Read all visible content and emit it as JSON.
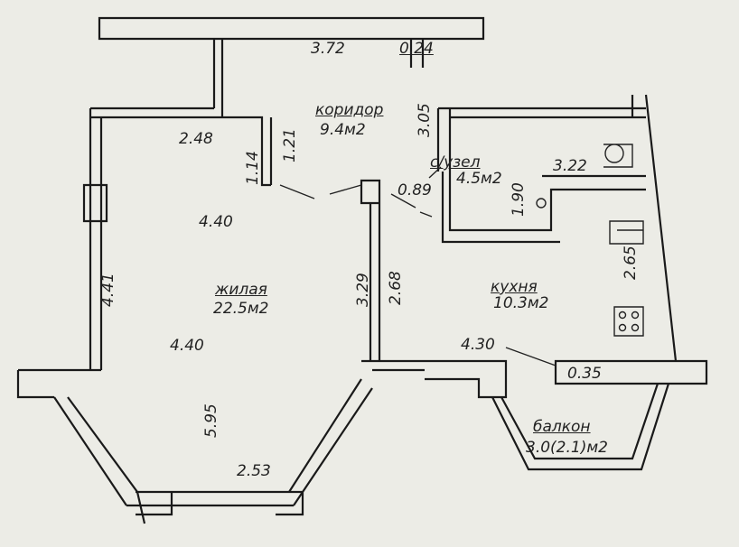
{
  "rooms": {
    "corridor": {
      "name": "коридор",
      "area": "9.4м2"
    },
    "bathroom": {
      "name": "с/узел",
      "area": "4.5м2"
    },
    "living": {
      "name": "жилая",
      "area": "22.5м2"
    },
    "kitchen": {
      "name": "кухня",
      "area": "10.3м2"
    },
    "balcony": {
      "name": "балкон",
      "area": "3.0(2.1)м2"
    }
  },
  "dimensions": {
    "top_wall": "3.72",
    "niche": "0.24",
    "corridor_height": "3.05",
    "living_top": "2.48",
    "door_left": "1.14",
    "door_right": "1.21",
    "bath_door": "0.89",
    "bath_width": "3.22",
    "bath_depth": "1.90",
    "living_width_top": "4.40",
    "living_left": "4.41",
    "living_right": "3.29",
    "kitchen_left": "2.68",
    "kitchen_right": "2.65",
    "kitchen_width": "4.30",
    "wall_thickness": "0.35",
    "living_width_bottom": "4.40",
    "living_depth": "5.95",
    "bay_window": "2.53"
  }
}
